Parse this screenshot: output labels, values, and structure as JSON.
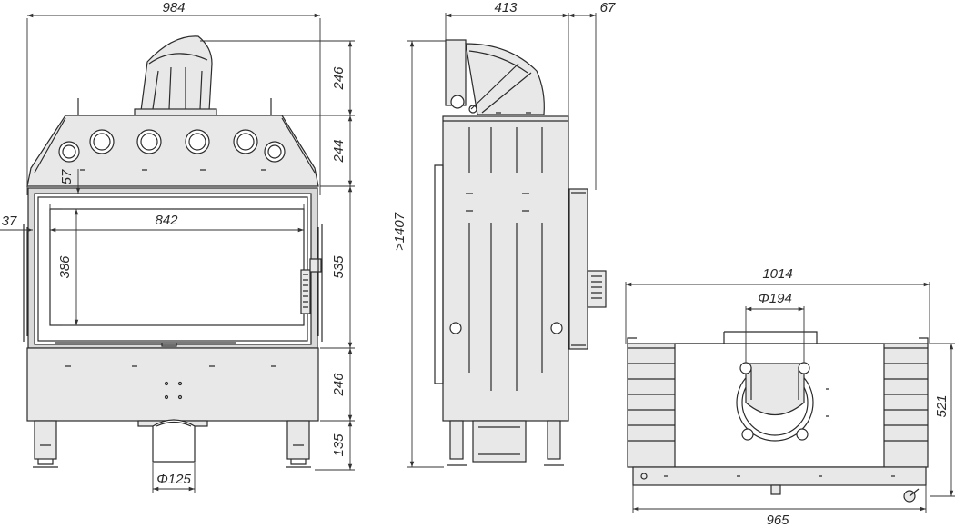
{
  "front_view": {
    "dim_total_width": "984",
    "dim_flue_height": "246",
    "dim_top_section": "244",
    "dim_side_offset": "57",
    "dim_left_edge": "37",
    "dim_glass_width": "842",
    "dim_glass_height": "386",
    "dim_door_height": "535",
    "dim_base_section": "246",
    "dim_leg_height": "135",
    "dim_air_inlet": "Φ125"
  },
  "side_view": {
    "dim_depth": "413",
    "dim_handle": "67",
    "dim_total_height": ">1407"
  },
  "top_view": {
    "dim_outer_width": "1014",
    "dim_flue_diameter": "Φ194",
    "dim_depth": "521",
    "dim_inner_width": "965"
  },
  "colors": {
    "line": "#2b2b2b",
    "fill_light": "#e8e8e8",
    "background": "#ffffff"
  }
}
